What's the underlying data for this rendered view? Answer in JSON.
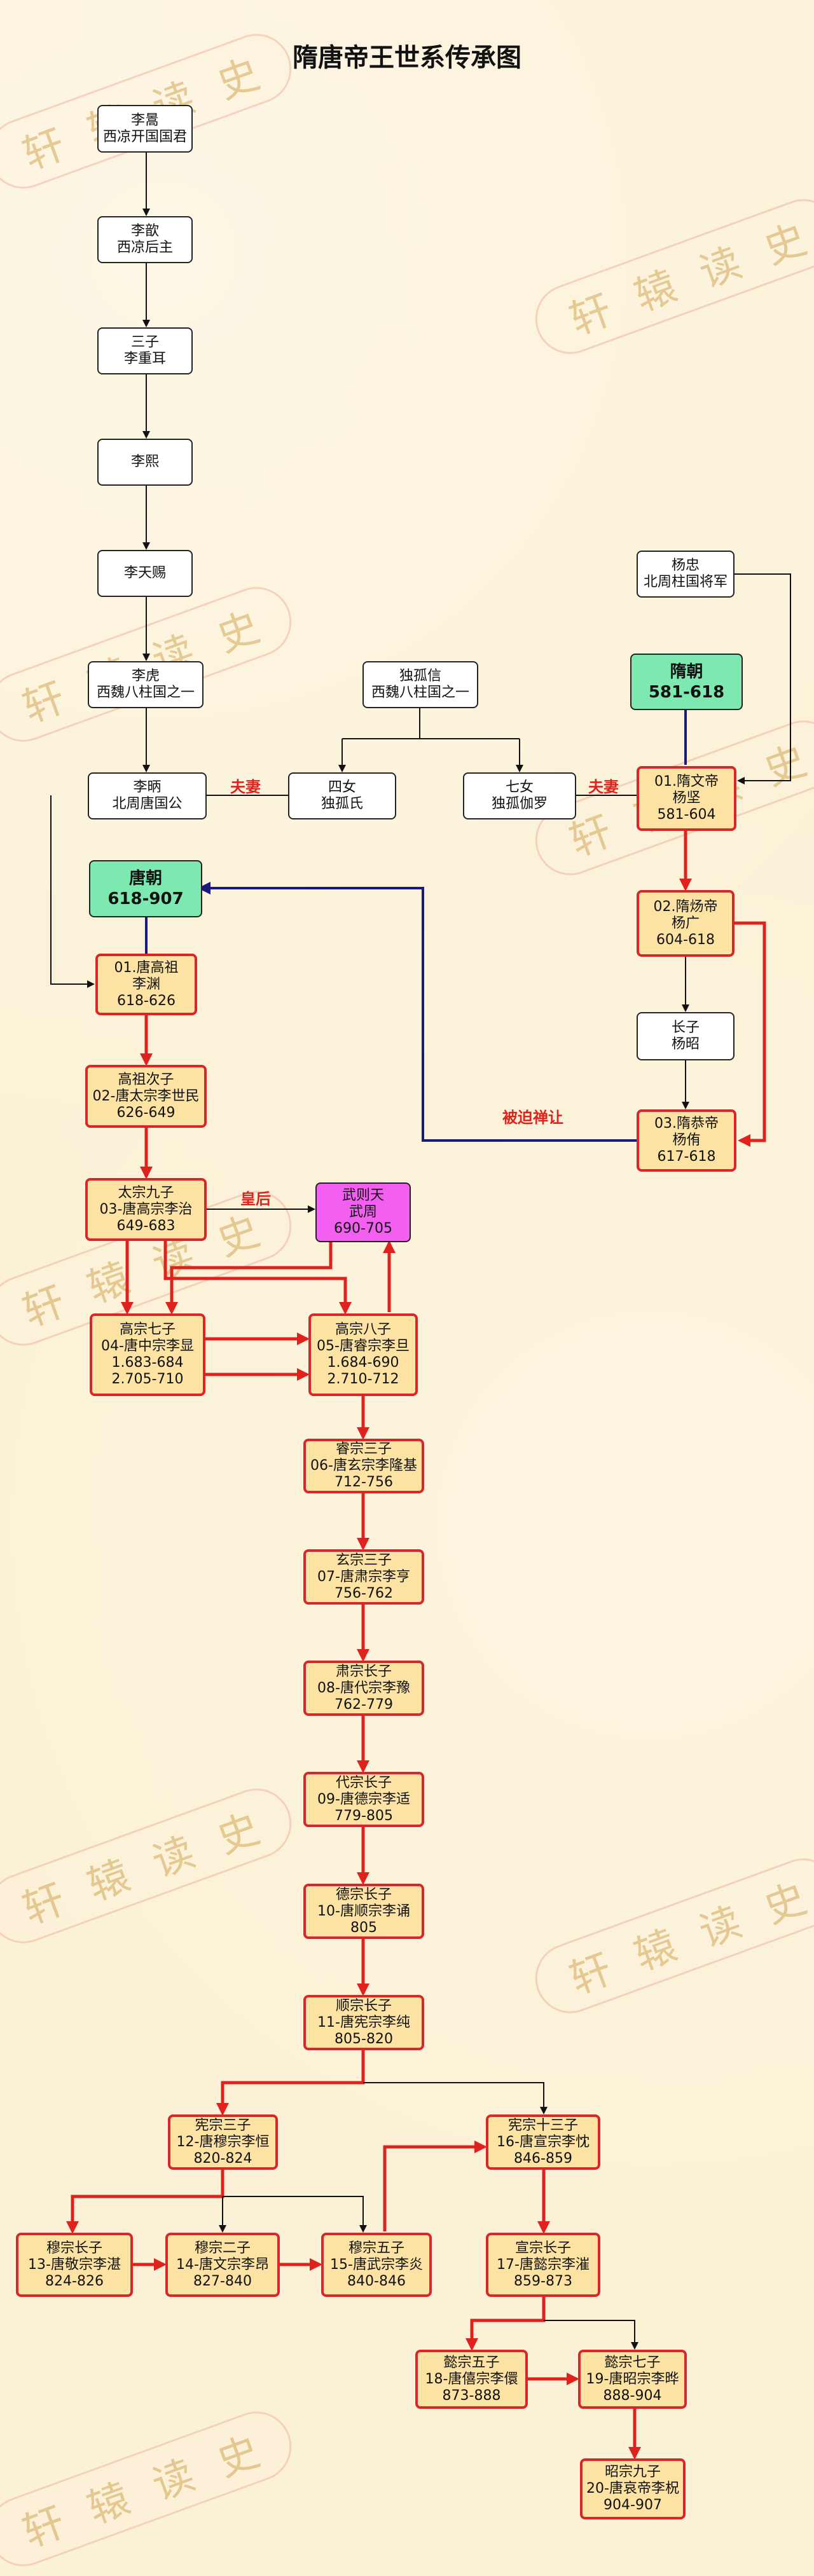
{
  "title": "隋唐帝王世系传承图",
  "watermark": [
    "轩",
    "辕",
    "读",
    "史"
  ],
  "colors": {
    "ruler_fill": "#fde3a3",
    "ruler_border": "#d8262a",
    "dynasty_fill": "#7de8b0",
    "empress_fill": "#f35ff0",
    "succession_arrow": "#e0221f",
    "abdication_arrow": "#1a1a7a",
    "relation_text": "#e0221f"
  },
  "nodes": {
    "ligao": [
      "李暠",
      "西凉开国国君"
    ],
    "lixin": [
      "李歆",
      "西凉后主"
    ],
    "lichonger": [
      "三子",
      "李重耳"
    ],
    "lixi": [
      "李熙"
    ],
    "litianci": [
      "李天赐"
    ],
    "lihu": [
      "李虎",
      "西魏八柱国之一"
    ],
    "dugu": [
      "独孤信",
      "西魏八柱国之一"
    ],
    "yangzhong": [
      "杨忠",
      "北周柱国将军"
    ],
    "libing": [
      "李昞",
      "北周唐国公"
    ],
    "sinv": [
      "四女",
      "独孤氏"
    ],
    "qinv": [
      "七女",
      "独孤伽罗"
    ],
    "sui_dynasty": [
      "隋朝",
      "581-618"
    ],
    "tang_dynasty": [
      "唐朝",
      "618-907"
    ],
    "sui1": [
      "01.隋文帝",
      "杨坚",
      "581-604"
    ],
    "sui2": [
      "02.隋炀帝",
      "杨广",
      "604-618"
    ],
    "yangzhao": [
      "长子",
      "杨昭"
    ],
    "sui3": [
      "03.隋恭帝",
      "杨侑",
      "617-618"
    ],
    "t01": [
      "01.唐高祖",
      "李渊",
      "618-626"
    ],
    "t02": [
      "高祖次子",
      "02-唐太宗李世民",
      "626-649"
    ],
    "t03": [
      "太宗九子",
      "03-唐高宗李治",
      "649-683"
    ],
    "wu": [
      "武则天",
      "武周",
      "690-705"
    ],
    "t04": [
      "高宗七子",
      "04-唐中宗李显",
      "1.683-684",
      "2.705-710"
    ],
    "t05": [
      "高宗八子",
      "05-唐睿宗李旦",
      "1.684-690",
      "2.710-712"
    ],
    "t06": [
      "睿宗三子",
      "06-唐玄宗李隆基",
      "712-756"
    ],
    "t07": [
      "玄宗三子",
      "07-唐肃宗李亨",
      "756-762"
    ],
    "t08": [
      "肃宗长子",
      "08-唐代宗李豫",
      "762-779"
    ],
    "t09": [
      "代宗长子",
      "09-唐德宗李适",
      "779-805"
    ],
    "t10": [
      "德宗长子",
      "10-唐顺宗李诵",
      "805"
    ],
    "t11": [
      "顺宗长子",
      "11-唐宪宗李纯",
      "805-820"
    ],
    "t12": [
      "宪宗三子",
      "12-唐穆宗李恒",
      "820-824"
    ],
    "t16": [
      "宪宗十三子",
      "16-唐宣宗李忱",
      "846-859"
    ],
    "t13": [
      "穆宗长子",
      "13-唐敬宗李湛",
      "824-826"
    ],
    "t14": [
      "穆宗二子",
      "14-唐文宗李昂",
      "827-840"
    ],
    "t15": [
      "穆宗五子",
      "15-唐武宗李炎",
      "840-846"
    ],
    "t17": [
      "宣宗长子",
      "17-唐懿宗李漼",
      "859-873"
    ],
    "t18": [
      "懿宗五子",
      "18-唐僖宗李儇",
      "873-888"
    ],
    "t19": [
      "懿宗七子",
      "19-唐昭宗李晔",
      "888-904"
    ],
    "t20": [
      "昭宗九子",
      "20-唐哀帝李柷",
      "904-907"
    ]
  },
  "labels": {
    "spouse1": "夫妻",
    "spouse2": "夫妻",
    "empress": "皇后",
    "forced": "被迫禅让"
  }
}
